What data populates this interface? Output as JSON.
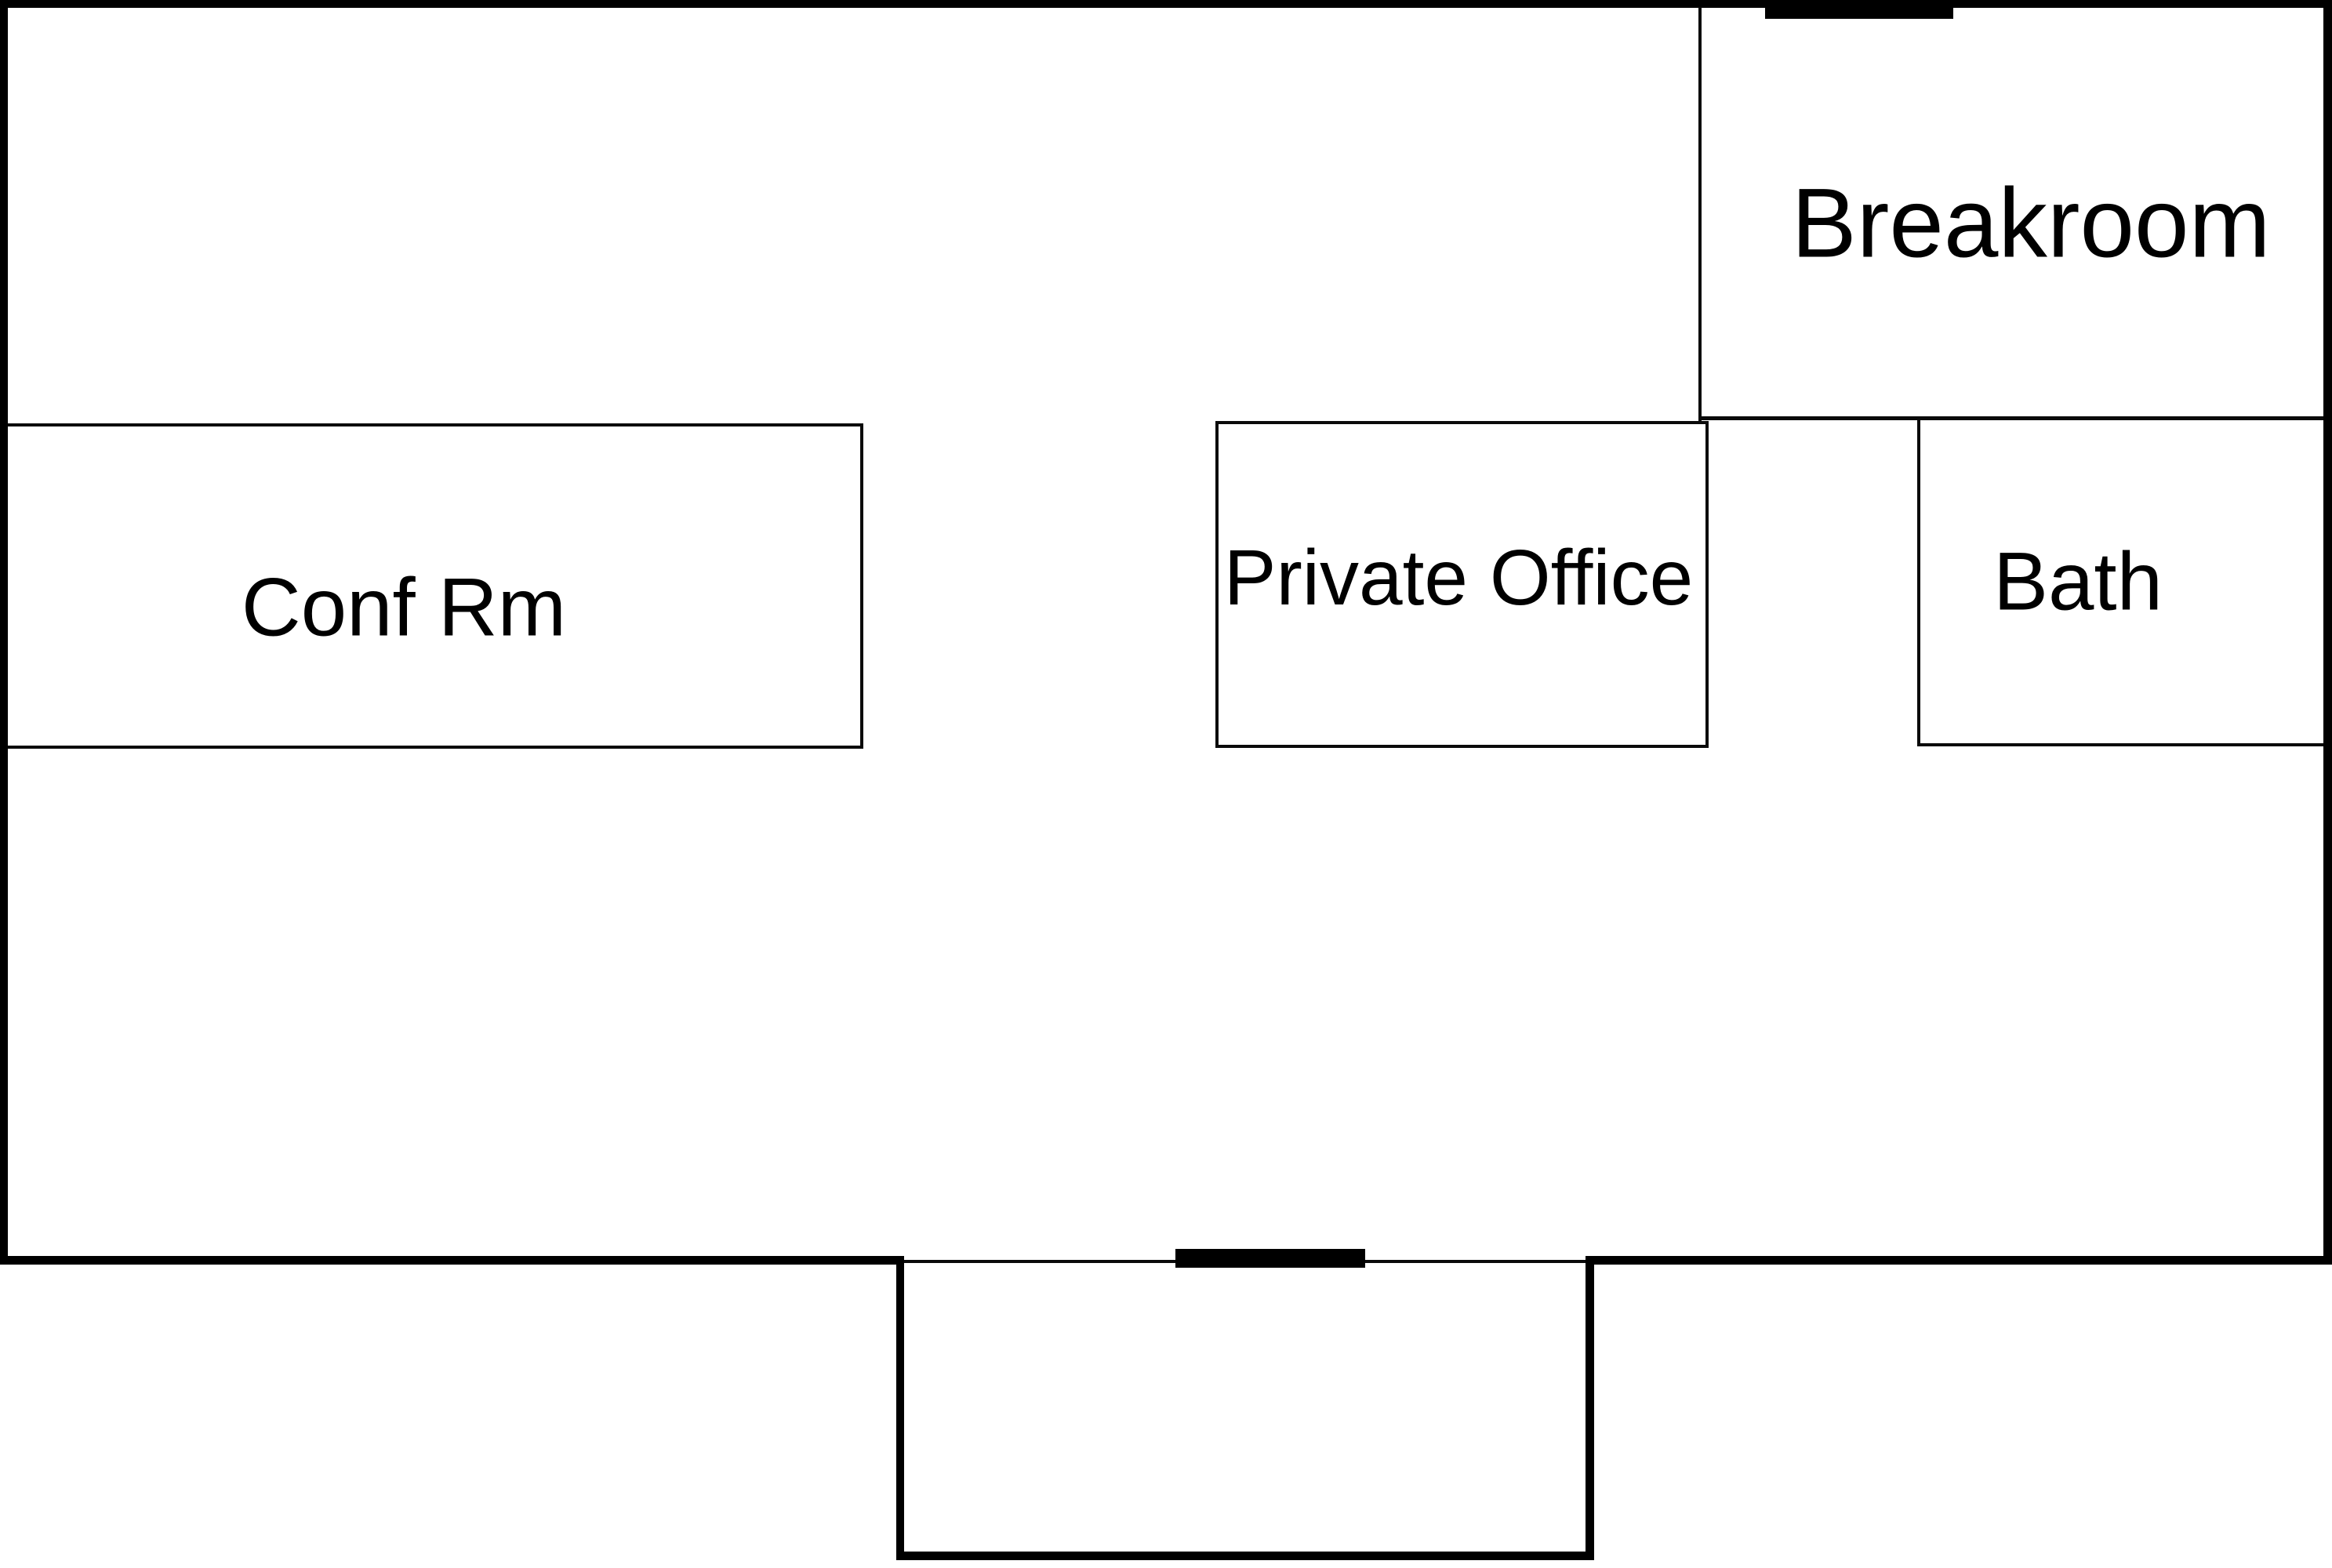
{
  "document": {
    "type": "office floor plan",
    "background_color": "#ffffff",
    "wall_color": "#000000"
  },
  "rooms": {
    "breakroom": {
      "label": "Breakroom"
    },
    "conf_rm": {
      "label": "Conf Rm"
    },
    "private_office": {
      "label": "Private Office"
    },
    "bath": {
      "label": "Bath"
    }
  },
  "doors": {
    "breakroom_door": "top-wall door marker",
    "entry_door": "vestibule door marker"
  }
}
